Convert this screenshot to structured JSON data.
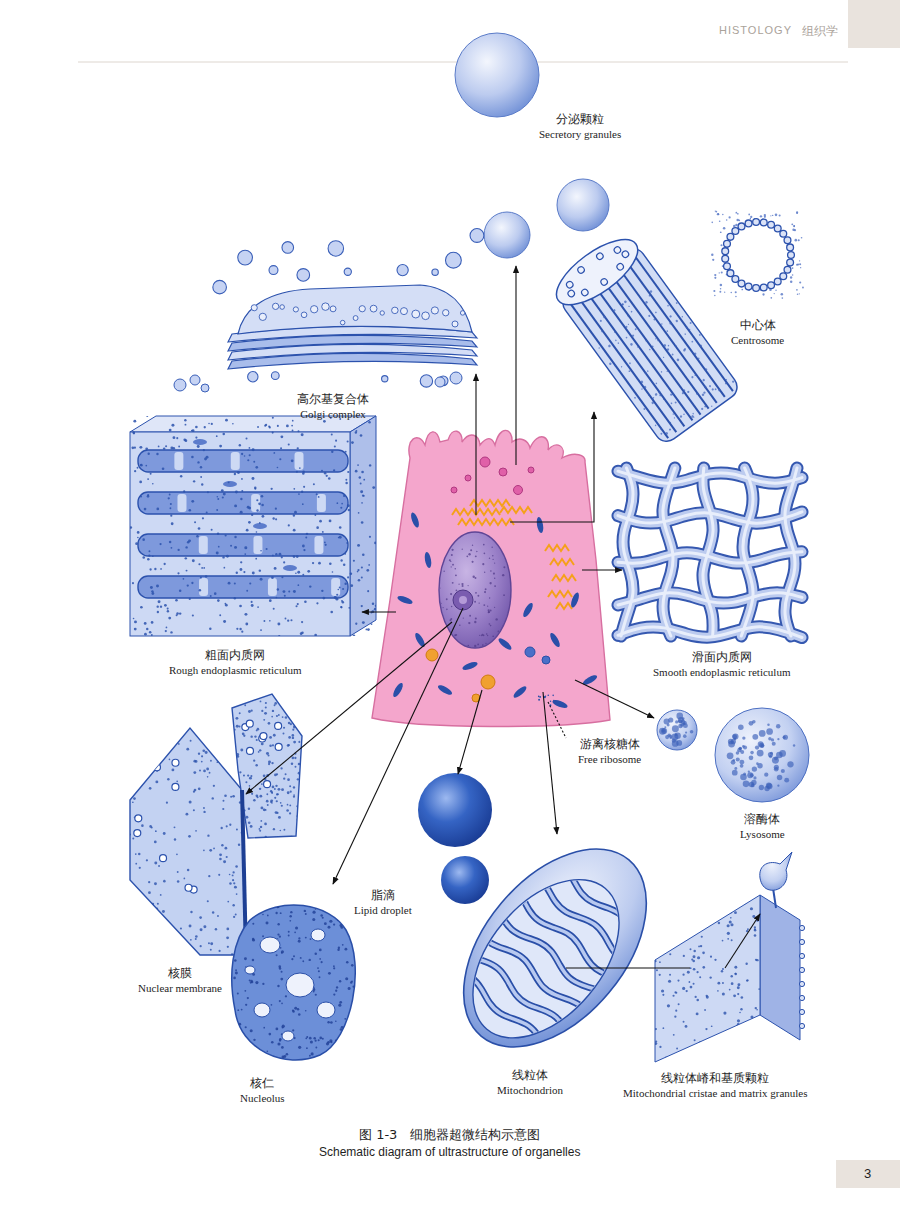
{
  "diagram": {
    "caption": "图 1-3　细胞器超微结构示意图",
    "nodes": [
      {
        "text": [
          "分泌颗粒",
          "Secretory granules"
        ]
      },
      {
        "text": [
          "中心体",
          "Centrosome"
        ]
      },
      {
        "text": [
          "高尔基复合体",
          "Golgi complex"
        ]
      },
      {
        "text": [
          "粗面内质网",
          "Rough endoplasmic reticulum"
        ]
      },
      {
        "text": [
          "滑面内质网",
          "Smooth endoplasmic reticulum"
        ]
      },
      {
        "text": [
          "游离核糖体",
          "Free ribosome"
        ]
      },
      {
        "text": [
          "溶酶体",
          "Lysosome"
        ]
      },
      {
        "text": [
          "脂滴",
          "Lipid droplet"
        ]
      },
      {
        "text": [
          "核膜",
          "Nuclear membrane"
        ]
      },
      {
        "text": [
          "核仁",
          "Nucleolus"
        ]
      },
      {
        "text": [
          "线粒体",
          "Mitochondrion"
        ]
      },
      {
        "text": [
          "线粒体嵴和基质颗粒",
          "Mitochondrial cristae and matrix granules"
        ]
      }
    ],
    "labels": [
      "HISTOLOGY",
      "组织学",
      "Schematic diagram of ultrastructure of organelles",
      "3"
    ]
  }
}
